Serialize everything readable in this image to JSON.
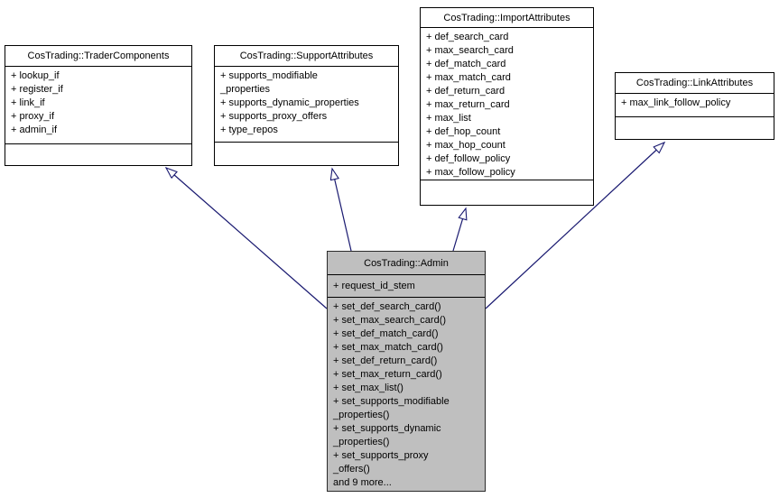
{
  "diagram": {
    "type": "uml-class-inheritance",
    "classes": {
      "trader": {
        "title": "CosTrading::TraderComponents",
        "members": [
          "+ lookup_if",
          "+ register_if",
          "+ link_if",
          "+ proxy_if",
          "+ admin_if"
        ]
      },
      "support": {
        "title": "CosTrading::SupportAttributes",
        "members": [
          "+ supports_modifiable",
          "_properties",
          "+ supports_dynamic_properties",
          "+ supports_proxy_offers",
          "+ type_repos"
        ]
      },
      "import": {
        "title": "CosTrading::ImportAttributes",
        "members": [
          "+ def_search_card",
          "+ max_search_card",
          "+ def_match_card",
          "+ max_match_card",
          "+ def_return_card",
          "+ max_return_card",
          "+ max_list",
          "+ def_hop_count",
          "+ max_hop_count",
          "+ def_follow_policy",
          "+ max_follow_policy"
        ]
      },
      "link": {
        "title": "CosTrading::LinkAttributes",
        "members": [
          "+ max_link_follow_policy"
        ]
      },
      "admin": {
        "title": "CosTrading::Admin",
        "attributes": [
          "+ request_id_stem"
        ],
        "methods": [
          "+ set_def_search_card()",
          "+ set_max_search_card()",
          "+ set_def_match_card()",
          "+ set_max_match_card()",
          "+ set_def_return_card()",
          "+ set_max_return_card()",
          "+ set_max_list()",
          "+ set_supports_modifiable",
          "_properties()",
          "+ set_supports_dynamic",
          "_properties()",
          "+ set_supports_proxy",
          "_offers()",
          "and 9 more..."
        ]
      }
    },
    "edges": [
      {
        "type": "inheritance",
        "from": "CosTrading::Admin",
        "to": "CosTrading::TraderComponents"
      },
      {
        "type": "inheritance",
        "from": "CosTrading::Admin",
        "to": "CosTrading::SupportAttributes"
      },
      {
        "type": "inheritance",
        "from": "CosTrading::Admin",
        "to": "CosTrading::ImportAttributes"
      },
      {
        "type": "inheritance",
        "from": "CosTrading::Admin",
        "to": "CosTrading::LinkAttributes"
      }
    ],
    "colors": {
      "edge": "#191970",
      "highlight_fill": "#bfbfbf",
      "node_fill": "#ffffff",
      "border": "#000000",
      "text": "#000000",
      "background": "#ffffff"
    }
  }
}
